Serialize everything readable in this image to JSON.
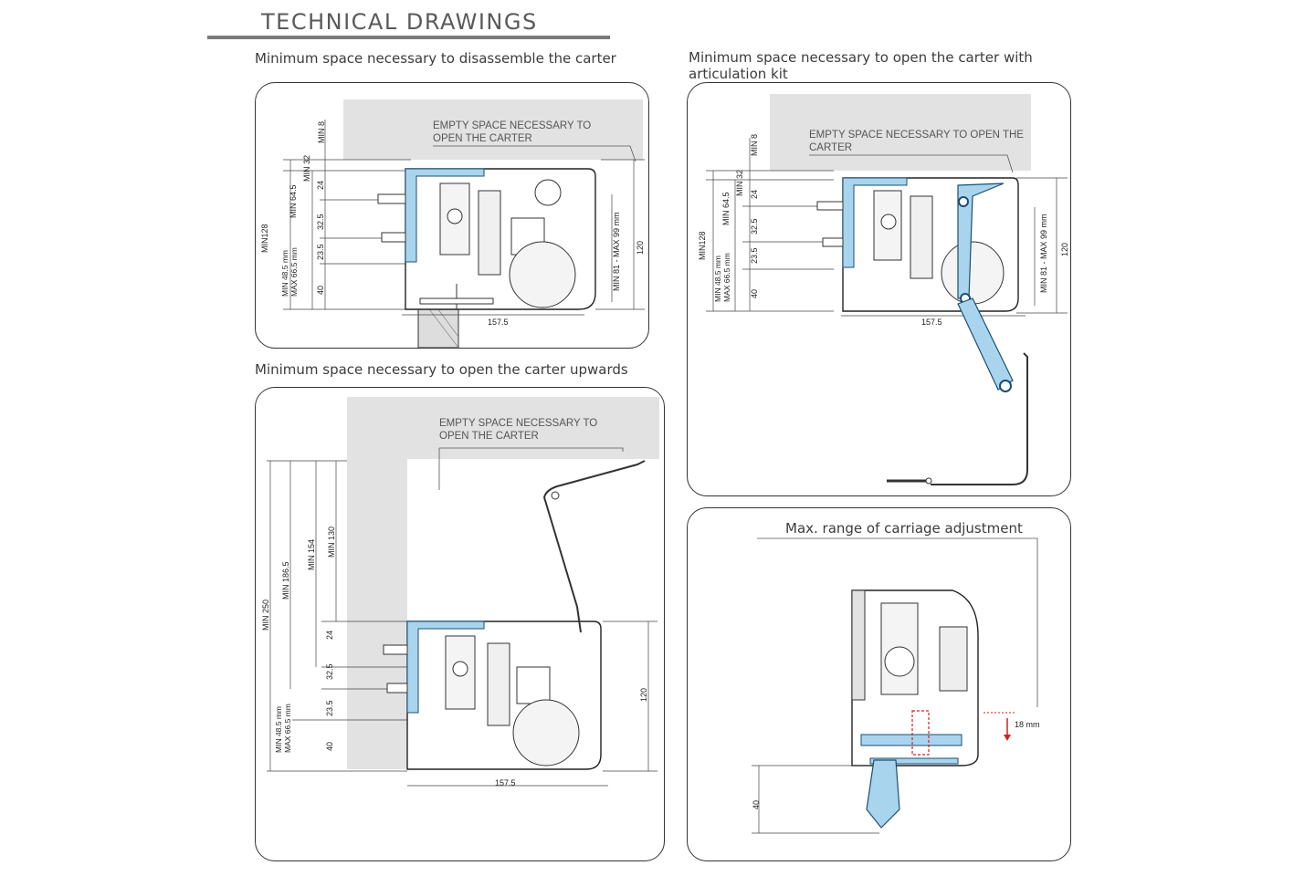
{
  "page": {
    "title": "TECHNICAL DRAWINGS"
  },
  "panels": {
    "disassemble": {
      "caption": "Minimum space necessary to disassemble the carter",
      "note_line1": "EMPTY SPACE NECESSARY TO",
      "note_line2": "OPEN THE CARTER",
      "dims": {
        "min8": "MIN 8",
        "min32": "MIN 32",
        "min64": "MIN 64.5",
        "min128": "MIN128",
        "minmax_a": "MIN 48.5 mm",
        "minmax_b": "MAX 66.5 mm",
        "d24": "24",
        "d325": "32.5",
        "d235": "23.5",
        "d40": "40",
        "range": "MIN 81 - MAX 99 mm",
        "h120": "120",
        "w1575": "157.5"
      }
    },
    "articulation": {
      "caption_line1": "Minimum space necessary to open the carter with",
      "caption_line2": "articulation kit",
      "note_line1": "EMPTY SPACE NECESSARY TO OPEN THE",
      "note_line2": "CARTER",
      "dims": {
        "min8": "MIN 8",
        "min32": "MIN 32",
        "min64": "MIN 64.5",
        "min128": "MIN128",
        "minmax_a": "MIN 48.5 mm",
        "minmax_b": "MAX 66.5 mm",
        "d24": "24",
        "d325": "32.5",
        "d235": "23.5",
        "d40": "40",
        "range": "MIN 81 - MAX 99 mm",
        "h120": "120",
        "w1575": "157.5"
      }
    },
    "upwards": {
      "caption": "Minimum space necessary to open the carter upwards",
      "note_line1": "EMPTY SPACE NECESSARY TO",
      "note_line2": "OPEN THE CARTER",
      "dims": {
        "min250": "MIN 250",
        "min1865": "MIN 186.5",
        "min154": "MIN 154",
        "min130": "MIN 130",
        "minmax_a": "MIN 48.5 mm",
        "minmax_b": "MAX 66.5 mm",
        "d24": "24",
        "d325": "32.5",
        "d235": "23.5",
        "d40": "40",
        "h120": "120",
        "w1575": "157.5"
      }
    },
    "carriage": {
      "caption": "Max. range of carriage adjustment",
      "dims": {
        "d18": "18 mm",
        "d40": "40"
      }
    }
  },
  "colors": {
    "profile_blue": "#a9d4ee",
    "profile_stroke": "#1b4f72",
    "hatch_gray": "#e2e2e2",
    "adjust_red": "#d22020"
  }
}
